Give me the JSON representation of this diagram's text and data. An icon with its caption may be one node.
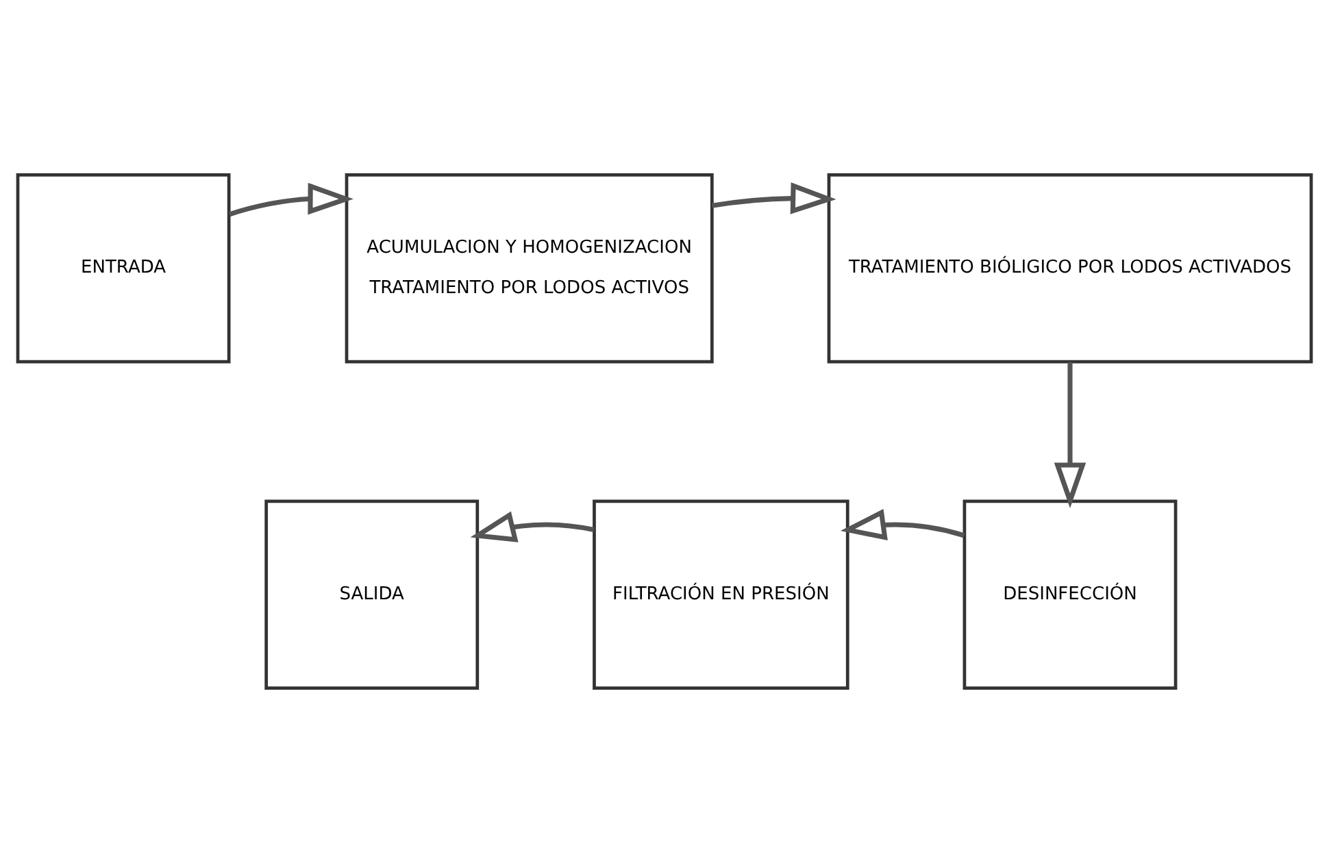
{
  "diagram": {
    "nodes": [
      {
        "text": [
          "ENTRADA"
        ]
      },
      {
        "text": [
          "ACUMULACION Y HOMOGENIZACION",
          "TRATAMIENTO POR LODOS ACTIVOS"
        ]
      },
      {
        "text": [
          "TRATAMIENTO BIÓLIGICO POR LODOS ACTIVADOS"
        ]
      },
      {
        "text": [
          "DESINFECCIÓN"
        ]
      },
      {
        "text": [
          "FILTRACIÓN EN PRESIÓN"
        ]
      },
      {
        "text": [
          "SALIDA"
        ]
      }
    ],
    "edges": [
      {
        "from": 0,
        "to": 1,
        "arrow": "to"
      },
      {
        "from": 1,
        "to": 2,
        "arrow": "to"
      },
      {
        "from": 2,
        "to": 3,
        "arrow": "to"
      },
      {
        "from": 3,
        "to": 4,
        "arrow": "to"
      },
      {
        "from": 4,
        "to": 5,
        "arrow": "to"
      }
    ]
  }
}
